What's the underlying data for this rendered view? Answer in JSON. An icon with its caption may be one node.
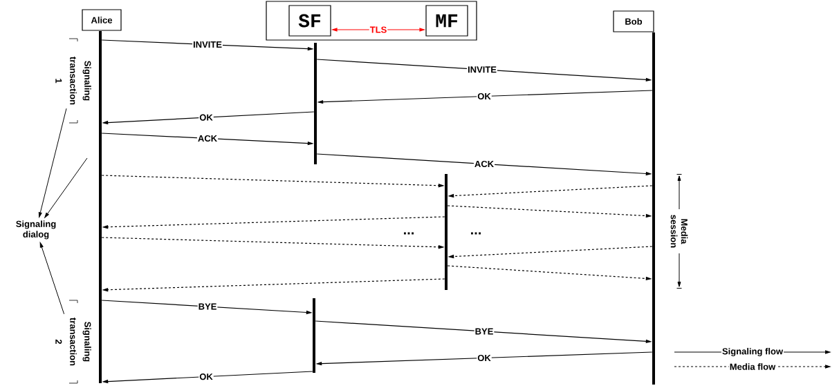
{
  "diagram": {
    "nodes": [
      {
        "text": [
          "Alice"
        ]
      },
      {
        "text": [],
        "shape": "box"
      },
      {
        "text": [
          "SF"
        ],
        "in": 1
      },
      {
        "text": [
          "MF"
        ],
        "in": 1
      },
      {
        "text": [
          "Bob"
        ]
      },
      {
        "text": [
          "Signaling transaction 1"
        ]
      },
      {
        "text": [
          "Signaling dialog"
        ]
      },
      {
        "text": [
          "Signaling transaction 2"
        ]
      },
      {
        "text": [],
        "shape": "bar"
      },
      {
        "text": [],
        "shape": "bar"
      },
      {
        "text": [],
        "shape": "bar"
      },
      {
        "text": [],
        "shape": "bar"
      },
      {
        "text": [],
        "shape": "bar"
      }
    ],
    "edges": [
      {
        "from": 8,
        "to": 9,
        "arrow": "to",
        "label": "INVITE"
      },
      {
        "from": 9,
        "to": 12,
        "arrow": "to",
        "label": "INVITE"
      },
      {
        "from": 12,
        "to": 9,
        "arrow": "to",
        "label": "OK"
      },
      {
        "from": 9,
        "to": 8,
        "arrow": "to",
        "label": "OK"
      },
      {
        "from": 8,
        "to": 9,
        "arrow": "to",
        "label": "ACK"
      },
      {
        "from": 9,
        "to": 12,
        "arrow": "to",
        "label": "ACK"
      },
      {
        "from": 8,
        "to": 10,
        "arrow": "to",
        "style": "dashed"
      },
      {
        "from": 12,
        "to": 10,
        "arrow": "to",
        "style": "dashed"
      },
      {
        "from": 10,
        "to": 12,
        "arrow": "to",
        "style": "dashed"
      },
      {
        "from": 10,
        "to": 8,
        "arrow": "to",
        "style": "dashed"
      },
      {
        "from": 8,
        "to": 10,
        "arrow": "to",
        "style": "dashed"
      },
      {
        "from": 12,
        "to": 10,
        "arrow": "to",
        "style": "dashed"
      },
      {
        "from": 10,
        "to": 12,
        "arrow": "to",
        "style": "dashed"
      },
      {
        "from": 10,
        "to": 8,
        "arrow": "to",
        "style": "dashed"
      },
      {
        "from": 8,
        "to": 11,
        "arrow": "to",
        "label": "BYE"
      },
      {
        "from": 11,
        "to": 12,
        "arrow": "to",
        "label": "BYE"
      },
      {
        "from": 12,
        "to": 11,
        "arrow": "to",
        "label": "OK"
      },
      {
        "from": 11,
        "to": 8,
        "arrow": "to",
        "label": "OK"
      },
      {
        "from": 2,
        "to": 3,
        "arrow": "both",
        "label": "TLS",
        "color": "#ff0000"
      },
      {
        "from": 5,
        "to": 6,
        "arrow": "to"
      },
      {
        "from": null,
        "to": 6,
        "arrow": "to"
      },
      {
        "from": 7,
        "to": 6,
        "arrow": "to"
      }
    ],
    "labels": [
      "...",
      "...",
      "Media session"
    ],
    "legend": [
      {
        "text": "Signaling flow"
      },
      {
        "text": "Media flow"
      }
    ]
  }
}
